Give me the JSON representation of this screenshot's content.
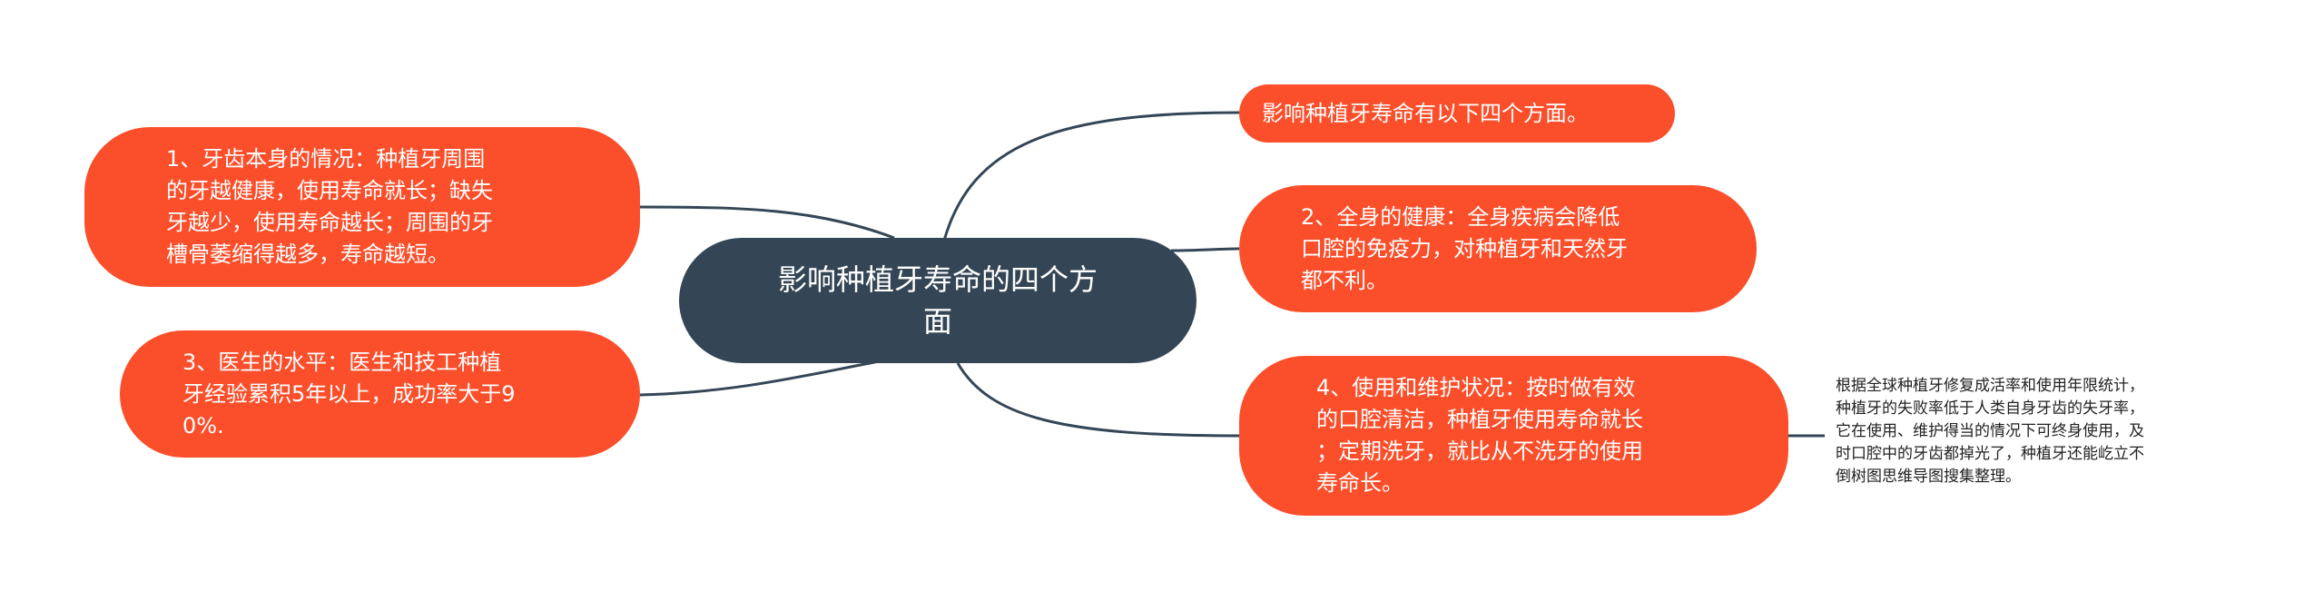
{
  "diagram": {
    "root": {
      "label": "影响种植牙寿命的四个方\n面"
    },
    "left_nodes": [
      {
        "label": "1、牙齿本身的情况：种植牙周围\n的牙越健康，使用寿命就长；缺失\n牙越少，使用寿命越长；周围的牙\n槽骨萎缩得越多，寿命越短。"
      },
      {
        "label": "3、医生的水平：医生和技工种植\n牙经验累积5年以上，成功率大于9\n0%."
      }
    ],
    "right_nodes": [
      {
        "label": "影响种植牙寿命有以下四个方面。"
      },
      {
        "label": "2、全身的健康：全身疾病会降低\n口腔的免疫力，对种植牙和天然牙\n都不利。"
      },
      {
        "label": "4、使用和维护状况：按时做有效\n的口腔清洁，种植牙使用寿命就长\n；定期洗牙，就比从不洗牙的使用\n寿命长。"
      }
    ],
    "note": {
      "label": "根据全球种植牙修复成活率和使用年限统计，\n种植牙的失败率低于人类自身牙齿的失牙率，\n它在使用、维护得当的情况下可终身使用，及\n时口腔中的牙齿都掉光了，种植牙还能屹立不\n倒树图思维导图搜集整理。"
    },
    "colors": {
      "root_fill": "#344656",
      "node_fill": "#fb4e2a",
      "link": "#344656",
      "text_on_node": "#ffffff"
    }
  }
}
